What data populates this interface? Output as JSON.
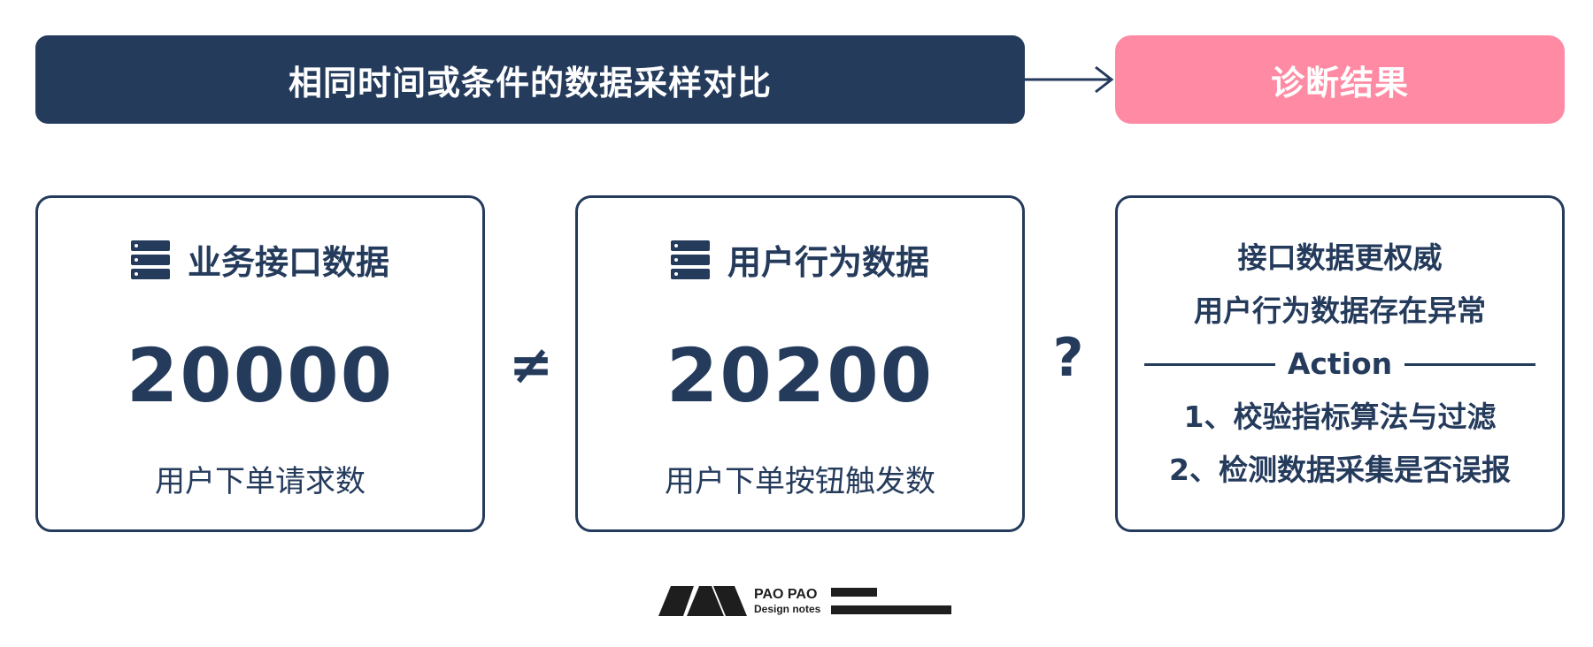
{
  "header": {
    "comparison_title": "相同时间或条件的数据采样对比",
    "result_title": "诊断结果"
  },
  "cards": [
    {
      "title": "业务接口数据",
      "value": "20000",
      "caption": "用户下单请求数",
      "icon": "database-icon"
    },
    {
      "title": "用户行为数据",
      "value": "20200",
      "caption": "用户下单按钮触发数",
      "icon": "database-icon"
    }
  ],
  "operators": {
    "not_equal": "≠",
    "question": "?"
  },
  "result": {
    "lines": [
      "接口数据更权威",
      "用户行为数据存在异常"
    ],
    "action_label": "Action",
    "actions": [
      "1、校验指标算法与过滤",
      "2、检测数据采集是否误报"
    ]
  },
  "brand": {
    "name": "PAO PAO",
    "subtitle": "Design notes"
  },
  "colors": {
    "navy": "#253b5c",
    "pink": "#ff8aa3",
    "logo": "#1e1e1e"
  }
}
